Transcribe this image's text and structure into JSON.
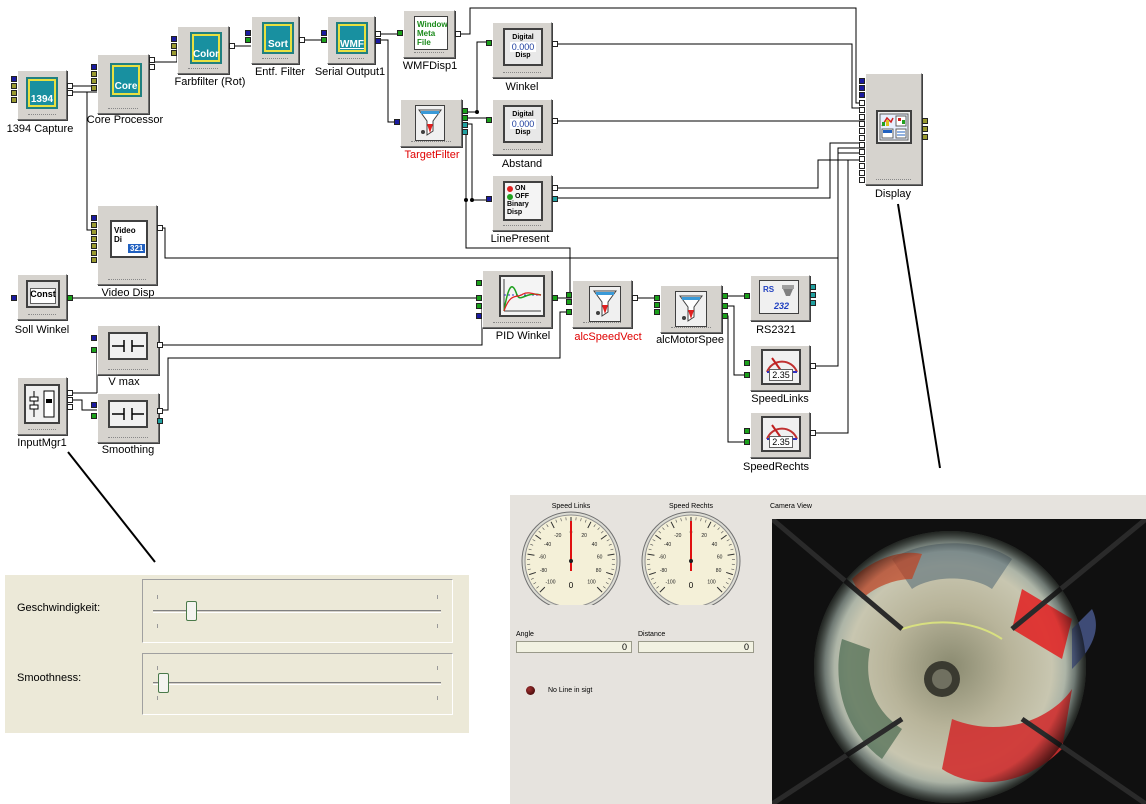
{
  "blocks": {
    "capture1394": {
      "label": "1394 Capture",
      "icon_text": "1394",
      "icon": "camera-grid-icon"
    },
    "core_processor": {
      "label": "Core Processor",
      "icon_text": "Core",
      "icon": "grid-icon"
    },
    "farbfilter": {
      "label": "Farbfilter (Rot)",
      "icon_text": "Color",
      "icon": "grid-icon"
    },
    "entf_filter": {
      "label": "Entf. Filter",
      "icon_text": "Sort",
      "icon": "grid-icon"
    },
    "serial_output": {
      "label": "Serial Output1",
      "icon_text": "WMF",
      "icon": "grid-icon"
    },
    "wmf_disp": {
      "label": "WMFDisp1",
      "icon_lines": [
        "Window",
        "Meta",
        "File"
      ],
      "icon": "wmf-file-icon"
    },
    "winkel": {
      "label": "Winkel",
      "icon_lines": [
        "Digital",
        "0.000",
        "Disp"
      ],
      "icon": "digital-display-icon"
    },
    "abstand": {
      "label": "Abstand",
      "icon_lines": [
        "Digital",
        "0.000",
        "Disp"
      ],
      "icon": "digital-display-icon"
    },
    "target_filter": {
      "label": "TargetFilter",
      "icon": "funnel-icon"
    },
    "line_present": {
      "label": "LinePresent",
      "icon_lines": [
        "ON",
        "OFF",
        "Binary",
        "Disp"
      ],
      "icon": "binary-display-icon"
    },
    "video_disp": {
      "label": "Video Disp",
      "icon_lines": [
        "Video",
        "Di",
        "321"
      ],
      "icon": "video-display-icon"
    },
    "soll_winkel": {
      "label": "Soll Winkel",
      "icon_text": "Const",
      "icon": "const-icon"
    },
    "pid_winkel": {
      "label": "PID Winkel",
      "icon": "pid-graph-icon"
    },
    "calc_speed_vect": {
      "label": "alcSpeedVect",
      "icon": "funnel-icon"
    },
    "calc_motor_speed": {
      "label": "alcMotorSpee",
      "icon": "funnel-icon"
    },
    "rs2321": {
      "label": "RS2321",
      "icon_lines": [
        "RS",
        "232"
      ],
      "icon": "rs232-icon"
    },
    "speed_links": {
      "label": "SpeedLinks",
      "icon_text": "2.35",
      "icon": "gauge-icon"
    },
    "speed_rechts": {
      "label": "SpeedRechts",
      "icon_text": "2.35",
      "icon": "gauge-icon"
    },
    "v_max": {
      "label": "V max",
      "icon": "switch-icon"
    },
    "smoothing": {
      "label": "Smoothing",
      "icon": "switch-icon"
    },
    "input_mgr": {
      "label": "InputMgr1",
      "icon": "sliders-icon"
    },
    "display": {
      "label": "Display",
      "icon": "dashboard-icon"
    }
  },
  "slider_panel": {
    "sliders": [
      {
        "label": "Geschwindigkeit:",
        "value_fraction": 0.12
      },
      {
        "label": "Smoothness:",
        "value_fraction": 0.02
      }
    ]
  },
  "display_panel": {
    "gauges": [
      {
        "title": "Speed Links",
        "value": "0",
        "ticks": [
          "-100",
          "-80",
          "-60",
          "-40",
          "-20",
          "0",
          "20",
          "40",
          "60",
          "80",
          "100"
        ]
      },
      {
        "title": "Speed Rechts",
        "value": "0",
        "ticks": [
          "-100",
          "-80",
          "-60",
          "-40",
          "-20",
          "0",
          "20",
          "40",
          "60",
          "80",
          "100"
        ]
      }
    ],
    "angle_label": "Angle",
    "angle_value": "0",
    "distance_label": "Distance",
    "distance_value": "0",
    "indicator_label": "No Line in sigt",
    "camera_label": "Camera View"
  },
  "colors": {
    "block_face": "#d6d3ce",
    "port_green": "#1aa01a",
    "port_blue": "#1a1aa0",
    "port_olive": "#9a9a30",
    "port_teal": "#20a0a0",
    "port_white": "#ffffff",
    "label_red": "#e00000",
    "panel_bg": "#ece9d8"
  }
}
